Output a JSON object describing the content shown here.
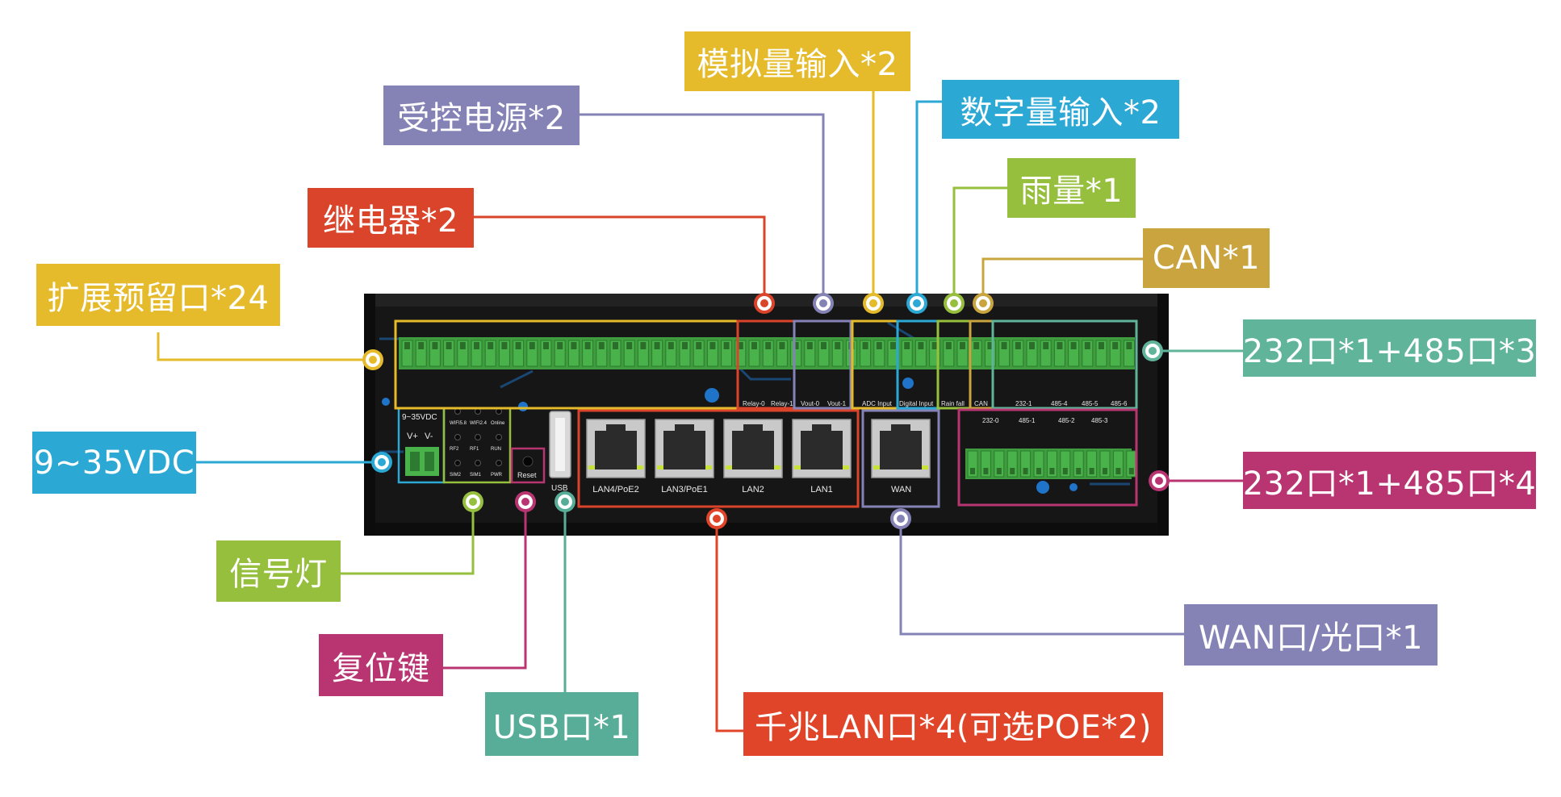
{
  "colors": {
    "yellow": "#e5bb2b",
    "purple": "#8583b6",
    "blue": "#2ba8d4",
    "red": "#d9442a",
    "green": "#96bf3e",
    "gold": "#c9a43f",
    "teal": "#5fb49a",
    "magenta": "#b83572",
    "orange_red": "#e0452a",
    "usb_teal": "#57ad98",
    "device_body": "#161616",
    "terminal_green": "#49b24a"
  },
  "callouts": {
    "expansion": "扩展预留口*24",
    "relay": "继电器*2",
    "controlled_power": "受控电源*2",
    "analog_input": "模拟量输入*2",
    "digital_input": "数字量输入*2",
    "rain": "雨量*1",
    "can": "CAN*1",
    "serial_top": "232口*1+485口*3",
    "serial_bottom": "232口*1+485口*4",
    "power": "9~35VDC",
    "indicator": "信号灯",
    "reset_key": "复位键",
    "usb_port": "USB口*1",
    "lan_ports": "千兆LAN口*4(可选POE*2)",
    "wan_port": "WAN口/光口*1"
  },
  "device": {
    "power_label": "9~35VDC",
    "v_plus": "V+",
    "v_minus": "V-",
    "led_rows": [
      [
        "WIFI5.8",
        "WIFI2.4",
        "Online"
      ],
      [
        "RF2",
        "RF1",
        "RUN"
      ],
      [
        "SIM2",
        "SIM1",
        "PWR"
      ]
    ],
    "reset": "Reset",
    "usb": "USB",
    "lan": [
      "LAN4/PoE2",
      "LAN3/PoE1",
      "LAN2",
      "LAN1"
    ],
    "wan": "WAN",
    "group_labels": [
      "Relay-0",
      "Relay-1",
      "Vout-0",
      "Vout-1",
      "ADC Input",
      "Digital Input",
      "Rain fall",
      "CAN",
      "232-1",
      "485-4",
      "485-5",
      "485-6"
    ],
    "bottom_group_labels": [
      "232-0",
      "485-1",
      "485-2",
      "485-3"
    ]
  }
}
